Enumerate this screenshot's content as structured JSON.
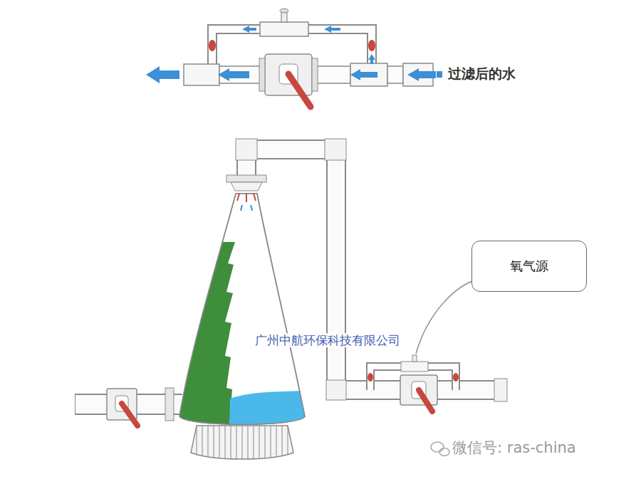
{
  "diagram": {
    "nodes": [
      {
        "text": [
          "氧气源"
        ]
      }
    ],
    "labels": [
      "过滤后的水",
      "广州中航环保科技有限公司",
      "微信号: ras-china"
    ]
  }
}
